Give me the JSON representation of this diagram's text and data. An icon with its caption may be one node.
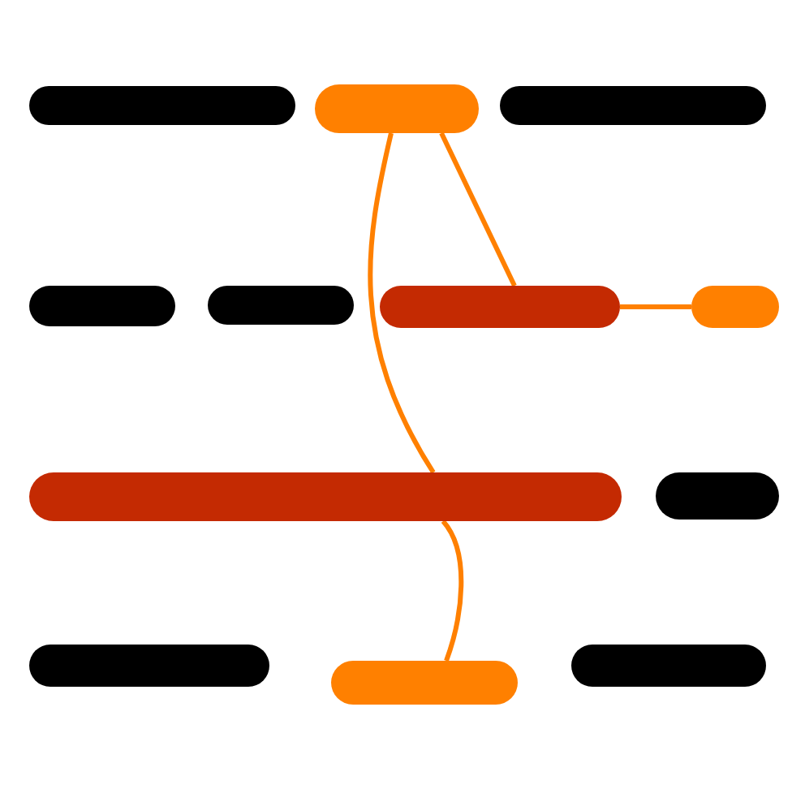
{
  "diagram": {
    "nodes": [
      {
        "text": [],
        "shape": "bar"
      },
      {
        "text": [],
        "shape": "bar"
      },
      {
        "text": [],
        "shape": "bar"
      },
      {
        "text": [],
        "shape": "bar"
      },
      {
        "text": [],
        "shape": "bar"
      },
      {
        "text": [],
        "shape": "bar"
      },
      {
        "text": [],
        "shape": "bar"
      },
      {
        "text": [],
        "shape": "bar"
      },
      {
        "text": [],
        "shape": "bar"
      },
      {
        "text": [],
        "shape": "bar"
      },
      {
        "text": [],
        "shape": "bar"
      },
      {
        "text": [],
        "shape": "bar"
      }
    ],
    "edges": [
      {
        "from": 1,
        "to": 7,
        "arrow": "none"
      },
      {
        "from": 1,
        "to": 5,
        "arrow": "none"
      },
      {
        "from": 5,
        "to": 6,
        "arrow": "none"
      },
      {
        "from": 7,
        "to": 10,
        "arrow": "none"
      }
    ]
  }
}
